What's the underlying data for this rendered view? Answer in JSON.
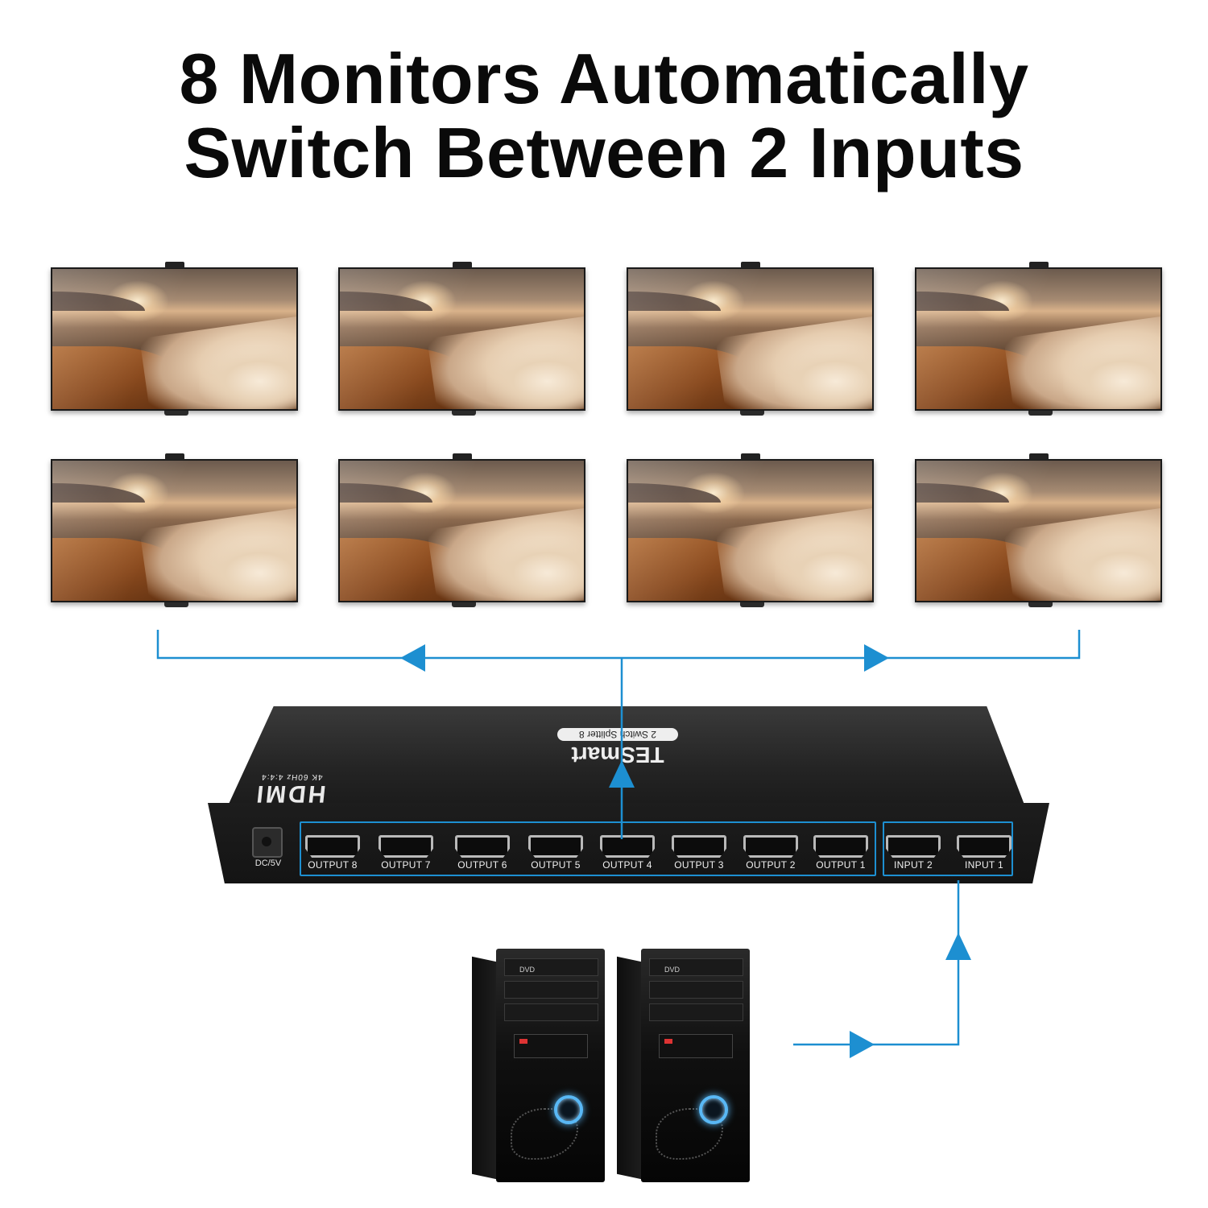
{
  "title": {
    "line1": "8 Monitors Automatically",
    "line2": "Switch Between 2 Inputs"
  },
  "monitors": [
    {
      "name": "monitor-1"
    },
    {
      "name": "monitor-2"
    },
    {
      "name": "monitor-3"
    },
    {
      "name": "monitor-4"
    },
    {
      "name": "monitor-5"
    },
    {
      "name": "monitor-6"
    },
    {
      "name": "monitor-7"
    },
    {
      "name": "monitor-8"
    }
  ],
  "device": {
    "logo": "HDMI",
    "spec": "4K 60Hz 4:4:4",
    "brand": "TESmart",
    "model": "2 Switch Splitter 8",
    "dc_label": "DC/5V",
    "outputs": [
      "OUTPUT 8",
      "OUTPUT 7",
      "OUTPUT 6",
      "OUTPUT 5",
      "OUTPUT 4",
      "OUTPUT 3",
      "OUTPUT 2",
      "OUTPUT 1"
    ],
    "inputs": [
      "INPUT 2",
      "INPUT 1"
    ]
  },
  "pcs": [
    {
      "drive_label": "DVD"
    },
    {
      "drive_label": "DVD"
    }
  ],
  "colors": {
    "accent_line": "#1d8fd1",
    "title_text": "#0a0a0a",
    "device_body": "#1a1a1a"
  }
}
